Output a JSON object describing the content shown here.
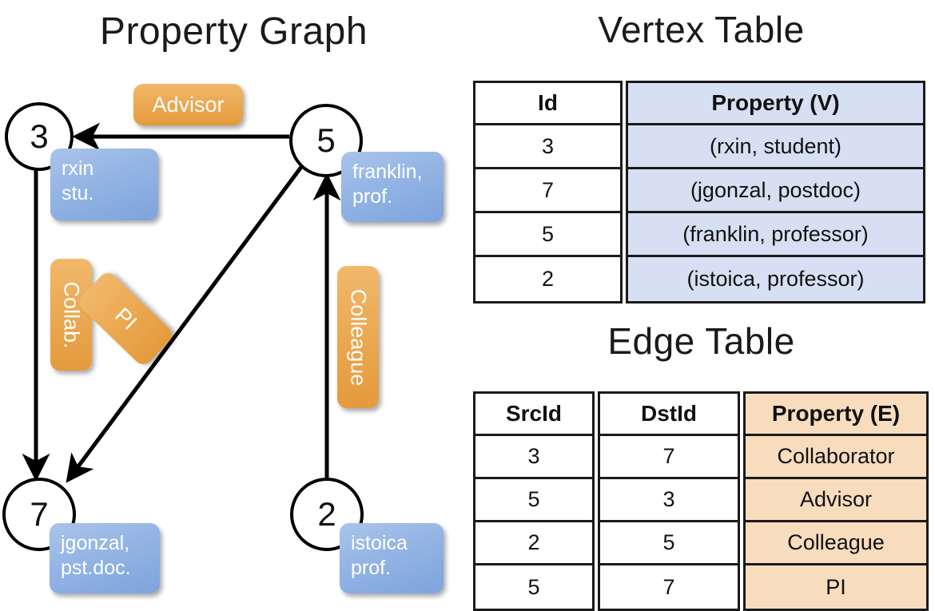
{
  "titles": {
    "graph": "Property Graph",
    "vertex_table": "Vertex Table",
    "edge_table": "Edge Table"
  },
  "colors": {
    "vertex_property_fill": "#d6e0f2",
    "edge_property_fill": "#f7dcbe",
    "vertex_box_blue": "#93b4e4",
    "edge_box_orange": "#eaa74f",
    "stroke": "#1a1a1a"
  },
  "graph": {
    "nodes": [
      {
        "id": "3",
        "label": "3",
        "property_line1": "rxin",
        "property_line2": "stu."
      },
      {
        "id": "5",
        "label": "5",
        "property_line1": "franklin,",
        "property_line2": "prof."
      },
      {
        "id": "7",
        "label": "7",
        "property_line1": "jgonzal,",
        "property_line2": "pst.doc."
      },
      {
        "id": "2",
        "label": "2",
        "property_line1": "istoica",
        "property_line2": "prof."
      }
    ],
    "edges": [
      {
        "src": "5",
        "dst": "3",
        "label": "Advisor"
      },
      {
        "src": "3",
        "dst": "7",
        "label": "Collab."
      },
      {
        "src": "5",
        "dst": "7",
        "label": "PI"
      },
      {
        "src": "2",
        "dst": "5",
        "label": "Colleague"
      }
    ]
  },
  "vertex_table": {
    "headers": [
      "Id",
      "Property (V)"
    ],
    "rows": [
      {
        "id": "3",
        "property": "(rxin, student)"
      },
      {
        "id": "7",
        "property": "(jgonzal, postdoc)"
      },
      {
        "id": "5",
        "property": "(franklin, professor)"
      },
      {
        "id": "2",
        "property": "(istoica, professor)"
      }
    ]
  },
  "edge_table": {
    "headers": [
      "SrcId",
      "DstId",
      "Property (E)"
    ],
    "rows": [
      {
        "src": "3",
        "dst": "7",
        "property": "Collaborator"
      },
      {
        "src": "5",
        "dst": "3",
        "property": "Advisor"
      },
      {
        "src": "2",
        "dst": "5",
        "property": "Colleague"
      },
      {
        "src": "5",
        "dst": "7",
        "property": "PI"
      }
    ]
  }
}
